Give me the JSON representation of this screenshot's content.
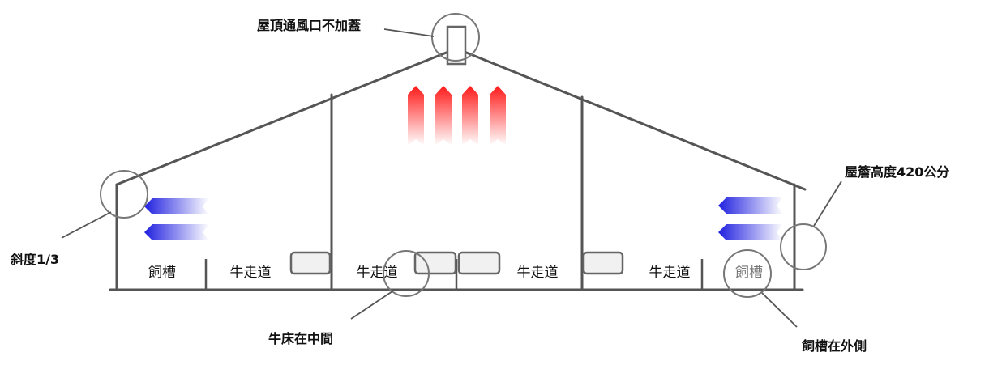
{
  "callouts": {
    "roof_vent": "屋頂通風口不加蓋",
    "eave_height": "屋簷高度420公分",
    "slope": "斜度1/3",
    "bed_middle": "牛床在中間",
    "trough_outside": "飼槽在外側"
  },
  "floor_sections": {
    "left_trough": "飼槽",
    "left_alley": "牛走道",
    "center_left_alley": "牛走道",
    "center_right_alley": "牛走道",
    "right_alley": "牛走道",
    "right_trough": "飼槽"
  },
  "colors": {
    "structure": "#555555",
    "warm_air": "#ff1a1a",
    "cool_air": "#2a2ae6",
    "bed_fill": "#f1f1f1"
  },
  "icons": {
    "warm_air": "up-arrow-icon",
    "cool_air": "left-arrow-icon"
  }
}
